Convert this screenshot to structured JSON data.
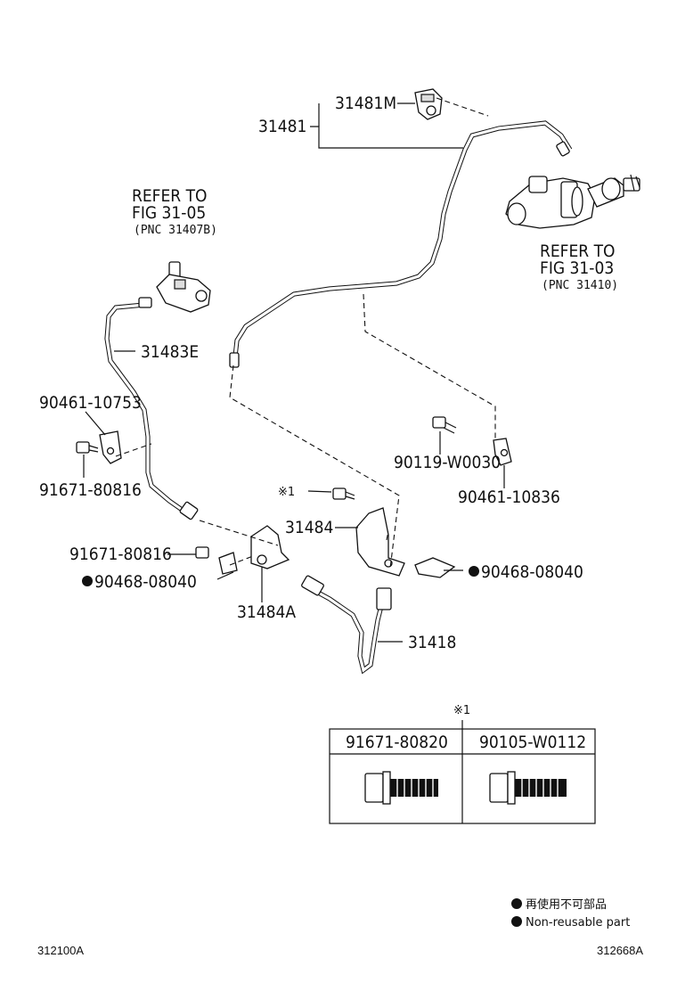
{
  "labels": {
    "p31481M": "31481M",
    "p31481": "31481",
    "refer_left_1": "REFER TO",
    "refer_left_2": "FIG 31-05",
    "refer_left_3": "(PNC 31407B)",
    "refer_right_1": "REFER TO",
    "refer_right_2": "FIG 31-03",
    "refer_right_3": "(PNC 31410)",
    "p31483E": "31483E",
    "p90461_10753": "90461-10753",
    "p91671_80816_a": "91671-80816",
    "p90119_W0030": "90119-W0030",
    "p90461_10836": "90461-10836",
    "note_mark": "※1",
    "p31484": "31484",
    "p91671_80816_b": "91671-80816",
    "p90468_08040_a": "90468-08040",
    "p90468_08040_b": "90468-08040",
    "p31484A": "31484A",
    "p31418": "31418"
  },
  "note_table": {
    "mark": "※1",
    "columns": [
      "91671-80820",
      "90105-W0112"
    ]
  },
  "legend": {
    "items": [
      {
        "symbol": "●",
        "text": "再使用不可部品"
      },
      {
        "symbol": "●",
        "text": "Non-reusable part"
      }
    ]
  },
  "footer": {
    "left_code": "312100A",
    "right_code": "312668A"
  }
}
